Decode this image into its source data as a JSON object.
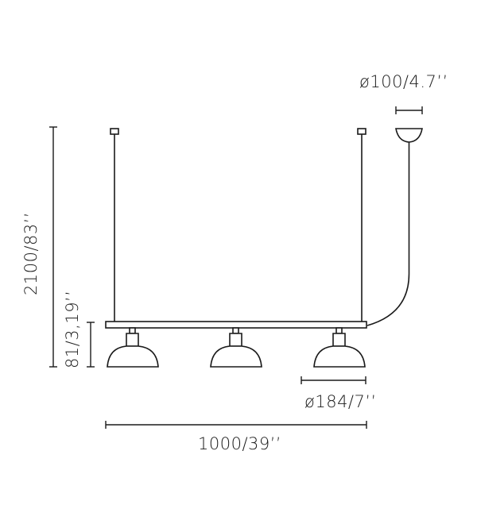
{
  "dimensions": {
    "canopy_diameter": "ø100/4.7’’",
    "total_height": "2100/83’’",
    "lamp_height": "81/3,19’’",
    "shade_diameter": "ø184/7’’",
    "total_width": "1000/39’’"
  }
}
